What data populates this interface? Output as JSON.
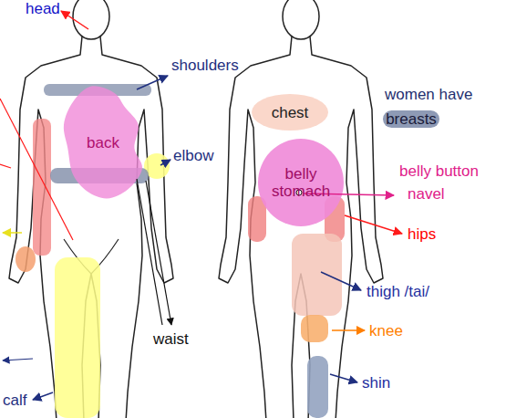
{
  "diagram": {
    "nodes": [
      {
        "text": [
          "chest"
        ]
      },
      {
        "text": [
          "breasts"
        ]
      },
      {
        "text": [
          "back"
        ]
      },
      {
        "text": [
          "belly stomach"
        ]
      }
    ],
    "labels": [
      "head",
      "shoulders",
      "elbow",
      "waist",
      "calf",
      "women have",
      "belly button",
      "navel",
      "hips",
      "thigh /tai/",
      "knee",
      "shin"
    ]
  }
}
